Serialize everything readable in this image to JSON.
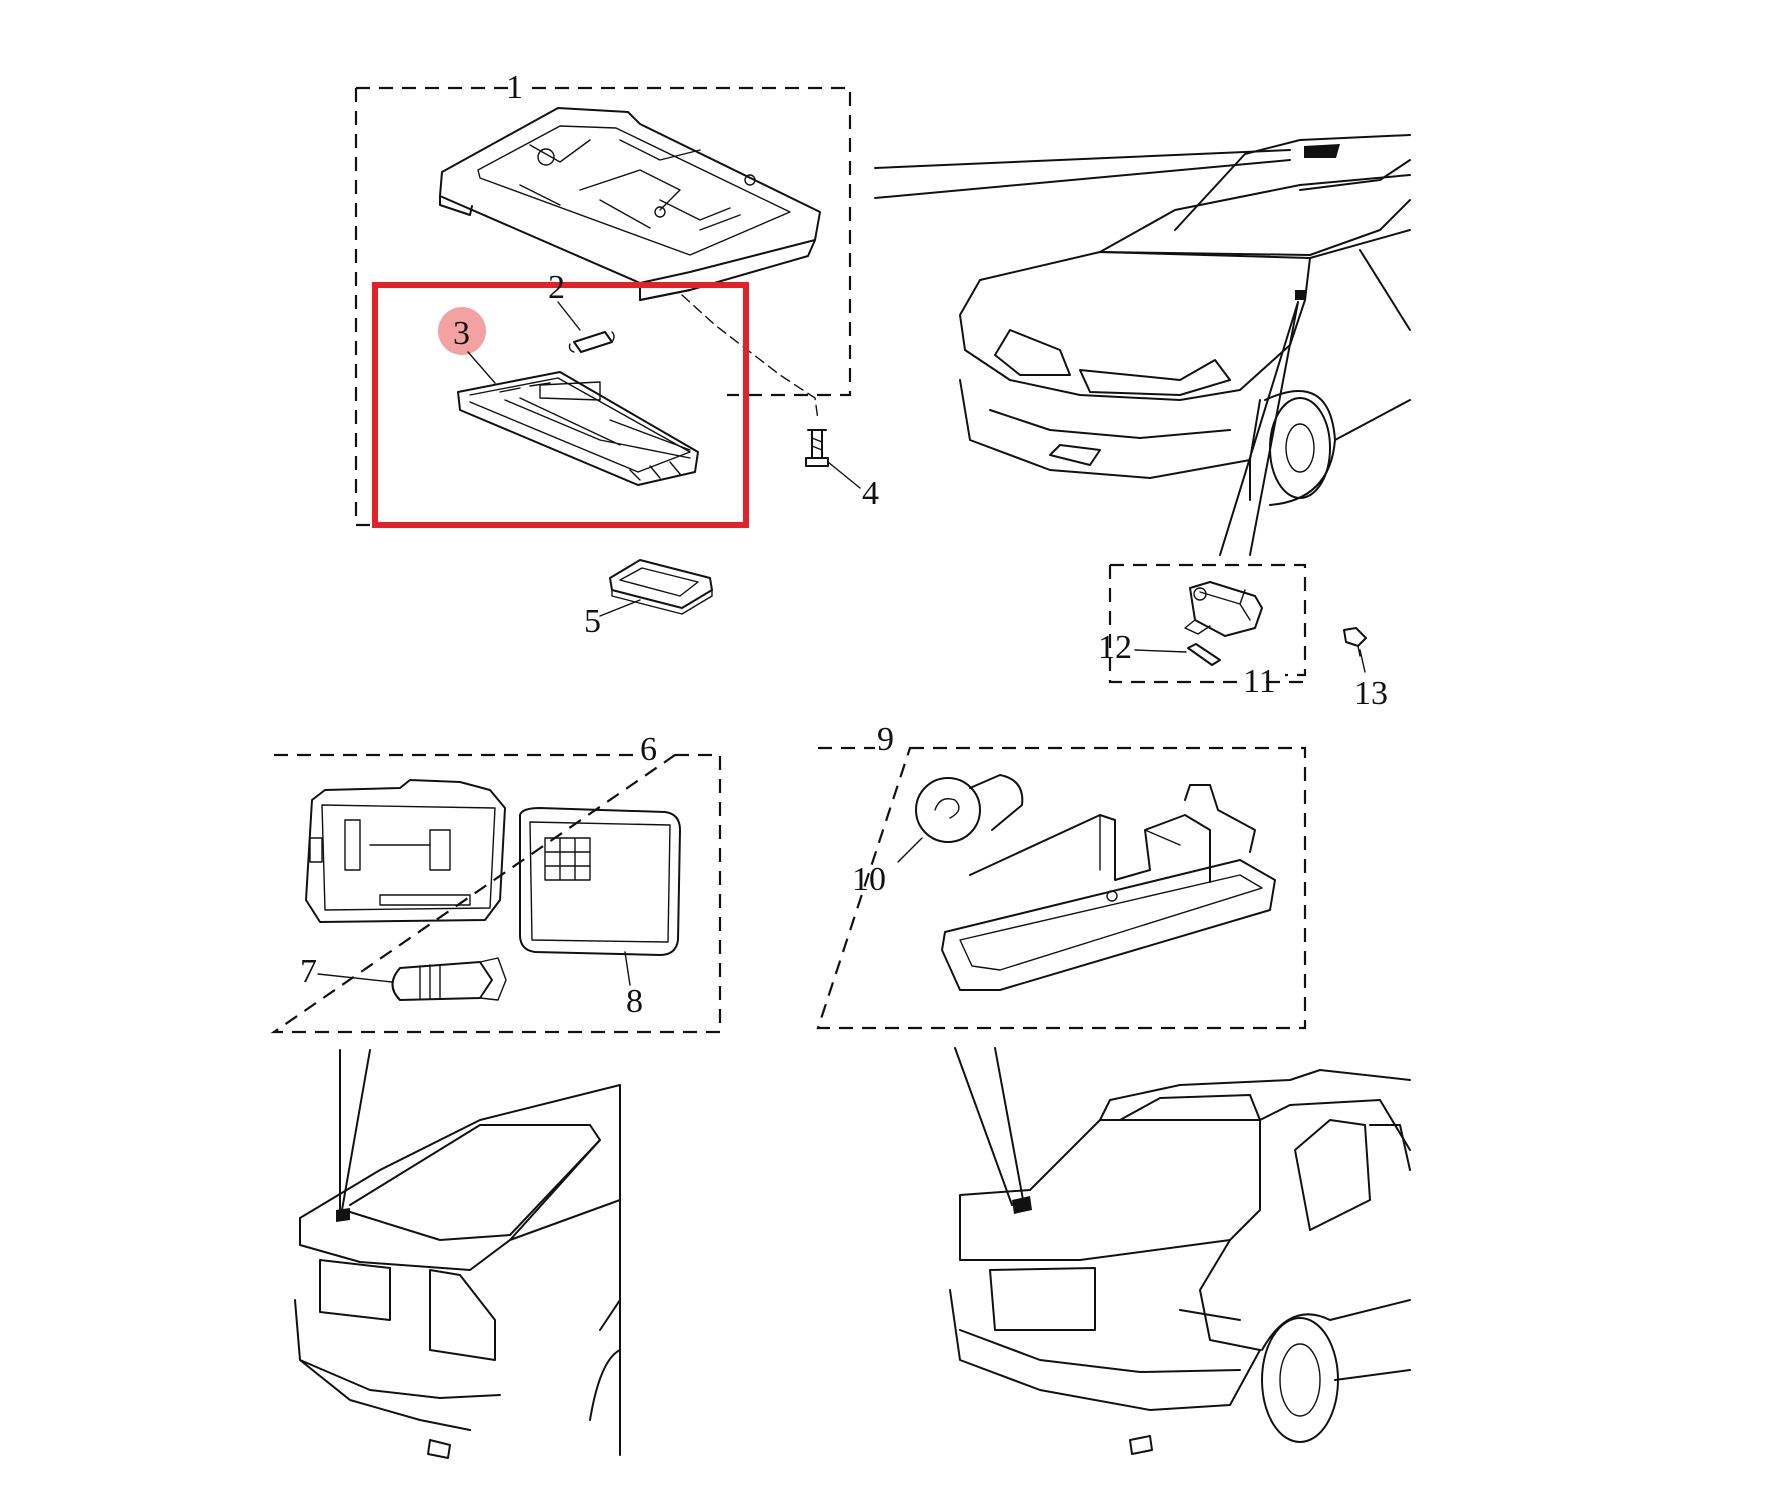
{
  "callouts": {
    "c1": "1",
    "c2": "2",
    "c3": "3",
    "c4": "4",
    "c5": "5",
    "c6": "6",
    "c7": "7",
    "c8": "8",
    "c9": "9",
    "c10": "10",
    "c11": "11",
    "c12": "12",
    "c13": "13"
  },
  "highlight": {
    "callout": "3",
    "color": "#e3212b",
    "marker_color": "#f3a2a2"
  },
  "icons": {
    "interior_light_housing": "interior-light-housing-icon",
    "lens": "lens-icon",
    "bulb": "bulb-icon",
    "screw": "screw-icon",
    "car_front": "car-front-view-icon",
    "car_rear_hatch": "car-rear-hatchback-icon",
    "car_rear_saloon": "car-rear-saloon-icon",
    "boot_lamp": "boot-lamp-icon",
    "switch": "switch-icon"
  }
}
